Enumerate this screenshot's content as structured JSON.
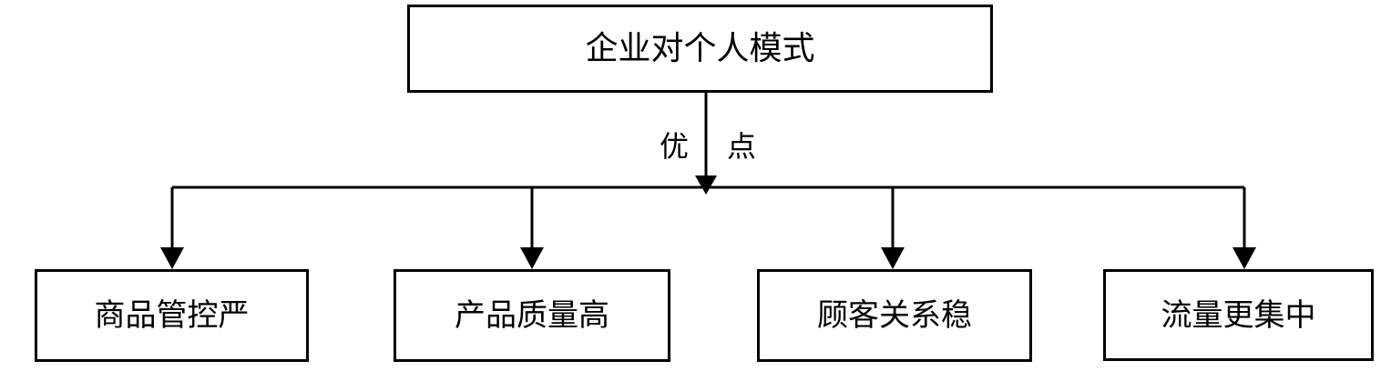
{
  "diagram": {
    "root": {
      "label": "企业对个人模式"
    },
    "edge_label": {
      "left": "优",
      "right": "点"
    },
    "children": [
      {
        "label": "商品管控严"
      },
      {
        "label": "产品质量高"
      },
      {
        "label": "顾客关系稳"
      },
      {
        "label": "流量更集中"
      }
    ]
  },
  "colors": {
    "line": "#000000",
    "box_border": "#000000",
    "background": "#ffffff"
  }
}
